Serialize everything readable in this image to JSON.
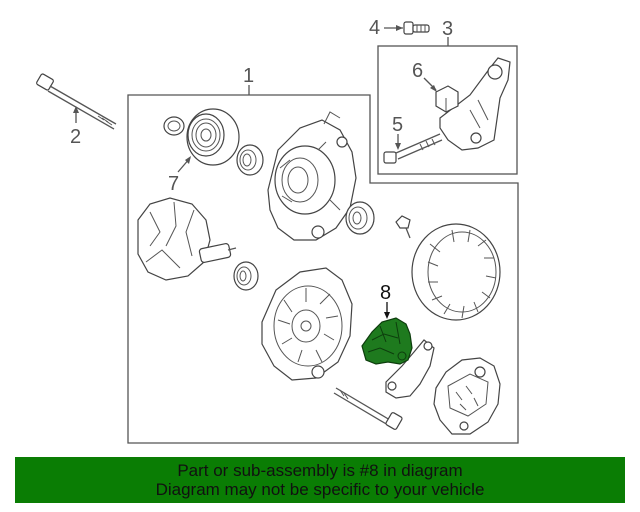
{
  "diagram": {
    "callouts": {
      "c1": "1",
      "c2": "2",
      "c3": "3",
      "c4": "4",
      "c5": "5",
      "c6": "6",
      "c7": "7",
      "c8": "8"
    },
    "highlight_color": "#1e7a1e"
  },
  "banner": {
    "line1": "Part or sub-assembly is #8 in diagram",
    "line2": "Diagram may not be specific to your vehicle",
    "background_color": "#0a7d04"
  }
}
